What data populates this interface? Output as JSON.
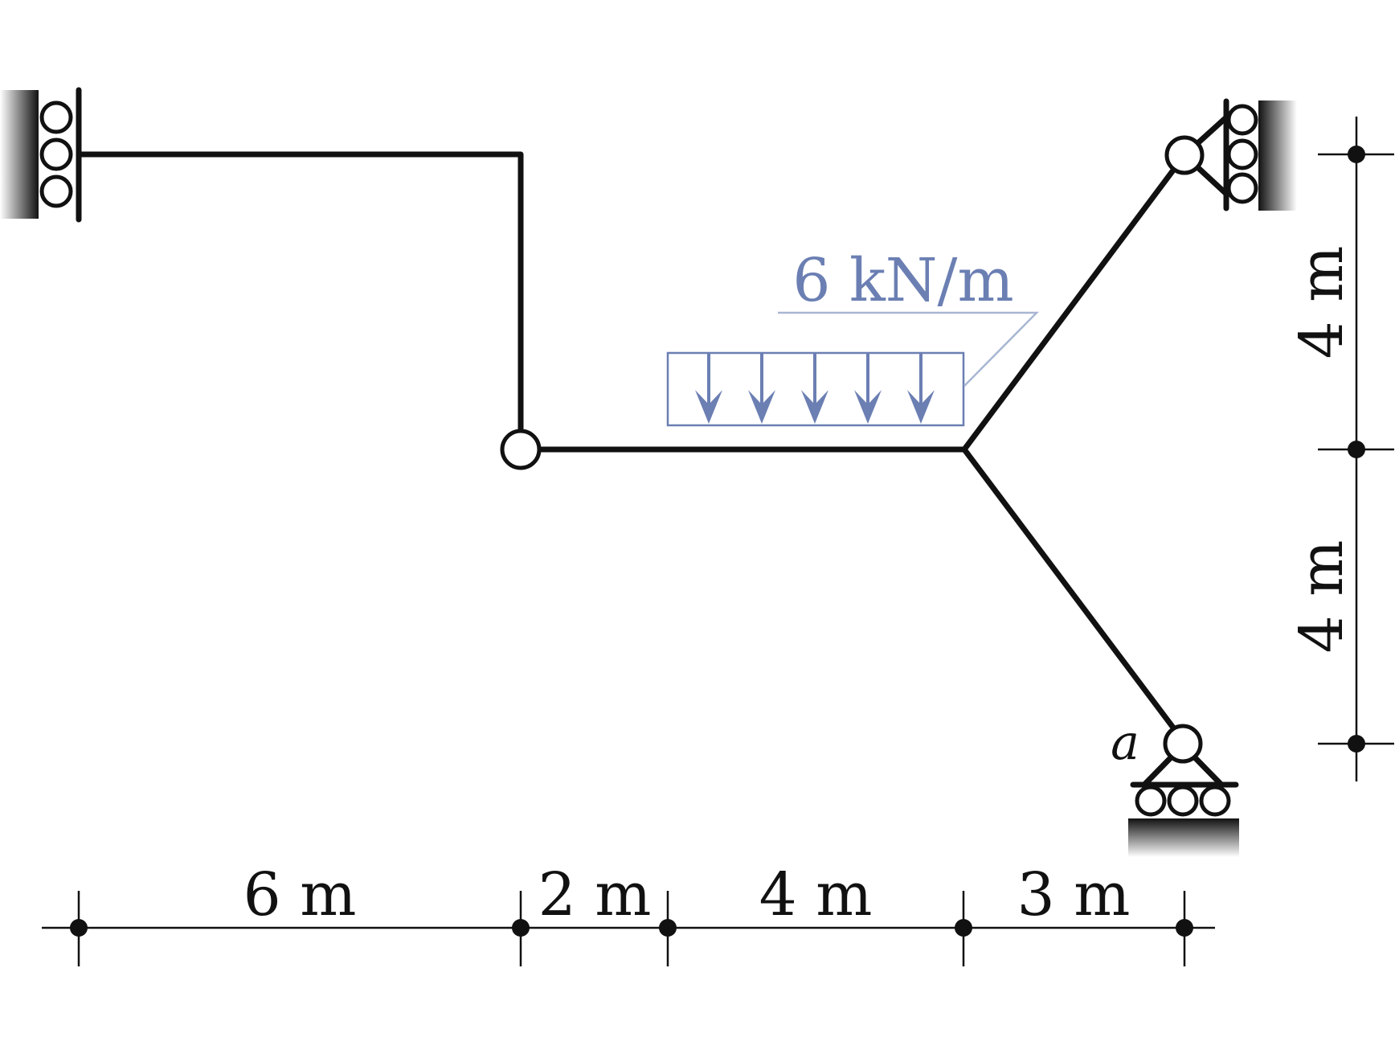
{
  "colors": {
    "structure": "#111111",
    "load": "#6b7fb3",
    "leader": "#a9b6d3",
    "ground_dark": "#111111",
    "ground_light": "#ffffff"
  },
  "load": {
    "label": "6 kN/m",
    "arrow_count": 5
  },
  "node_labels": {
    "a": "a"
  },
  "dimensions": {
    "horizontal": [
      "6 m",
      "2 m",
      "4 m",
      "3 m"
    ],
    "vertical": [
      "4 m",
      "4 m"
    ]
  }
}
